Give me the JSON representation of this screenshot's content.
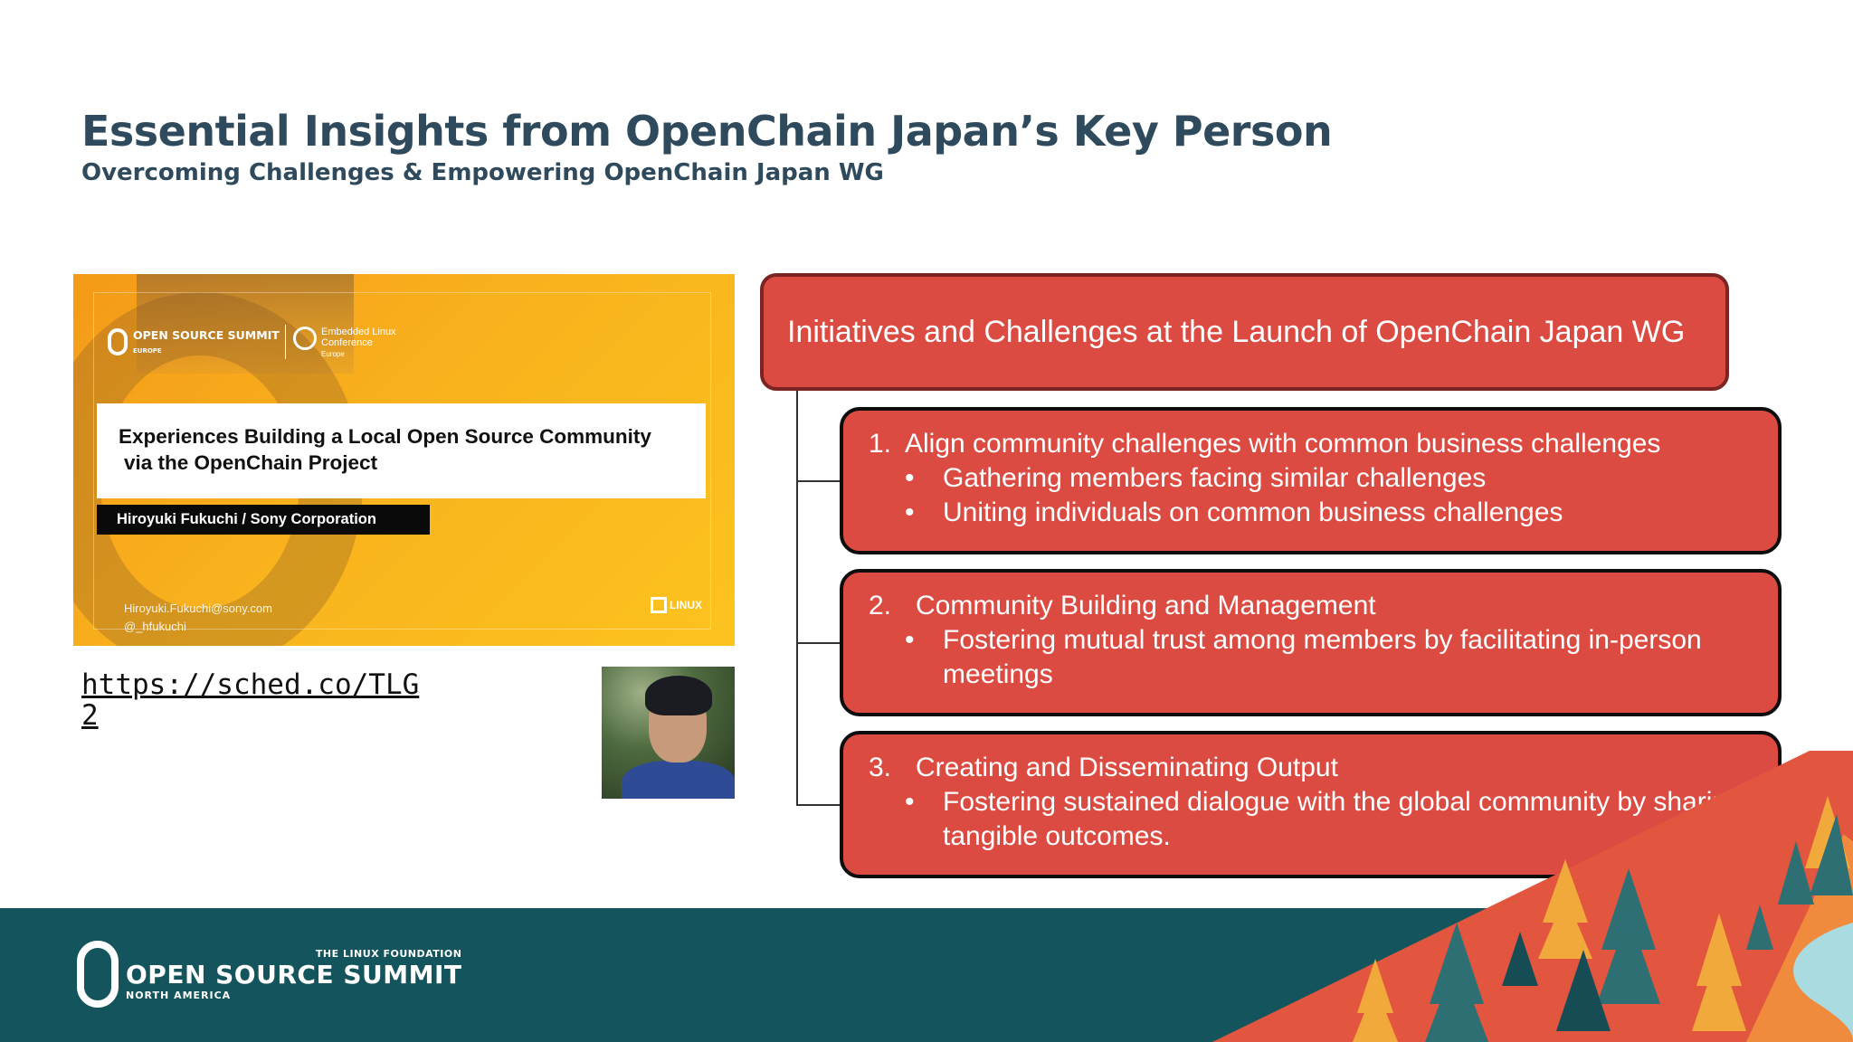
{
  "title": "Essential Insights from OpenChain Japan’s Key Person",
  "subtitle": "Overcoming Challenges & Empowering OpenChain Japan WG",
  "thumbnail": {
    "event_logo": "OPEN SOURCE SUMMIT",
    "event_region": "EUROPE",
    "elc_line1": "Embedded Linux",
    "elc_line2": "Conference",
    "elc_region": "Europe",
    "talk_title_line1": "Experiences Building a Local Open Source Community",
    "talk_title_line2": "via the OpenChain Project",
    "author": "Hiroyuki Fukuchi / Sony Corporation",
    "email": "Hiroyuki.Fukuchi@sony.com",
    "handle": "@_hfukuchi",
    "lf_logo": "LINUX"
  },
  "link": "https://sched.co/TLG2",
  "diagram": {
    "header": "Initiatives and Challenges at the Launch of OpenChain Japan WG",
    "items": [
      {
        "number": "1.",
        "heading": "Align community challenges with common business challenges",
        "bullets": [
          "Gathering members facing similar challenges",
          "Uniting individuals on common business challenges"
        ]
      },
      {
        "number": "2.",
        "heading": "Community Building and Management",
        "bullets": [
          "Fostering mutual trust among members by facilitating in-person meetings"
        ]
      },
      {
        "number": "3.",
        "heading": "Creating and Disseminating Output",
        "bullets": [
          "Fostering sustained dialogue with the global community by sharing tangible outcomes."
        ]
      }
    ]
  },
  "footer": {
    "foundation": "THE LINUX FOUNDATION",
    "summit": "OPEN SOURCE SUMMIT",
    "region": "NORTH AMERICA"
  },
  "colors": {
    "title": "#2e4a5c",
    "box_fill": "#dc4b42",
    "footer_bg": "#14545d"
  },
  "icons": {
    "thumbnail_logo": "oss-s-logo",
    "footer_logo": "oss-s-logo"
  }
}
